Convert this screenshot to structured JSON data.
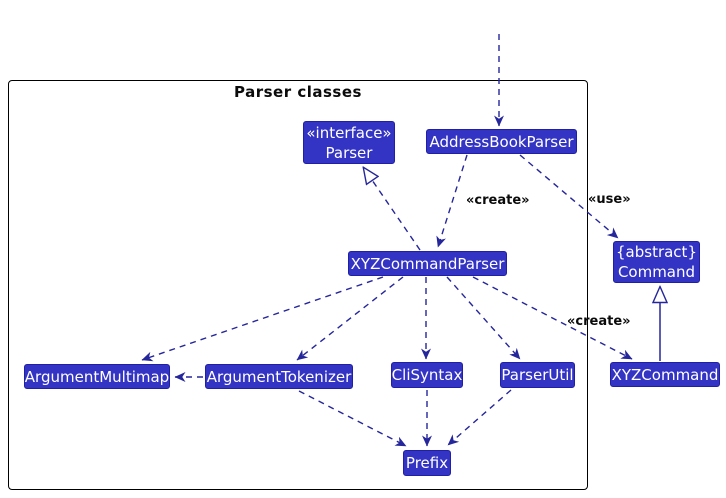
{
  "diagram": {
    "type": "uml-class-diagram",
    "frame": {
      "title": "Parser classes"
    },
    "colors": {
      "box_fill": "#3333C4",
      "box_border": "#1F1FA8",
      "box_text": "#FFFFFF",
      "arrow": "#26269C",
      "frame_border": "#000000",
      "edge_label_text": "#000000",
      "background": "#FFFFFF"
    },
    "nodes": {
      "parser_interface": {
        "stereotype": "«interface»",
        "name": "Parser"
      },
      "address_book_parser": {
        "name": "AddressBookParser"
      },
      "xyz_command_parser": {
        "name": "XYZCommandParser"
      },
      "command": {
        "stereotype": "{abstract}",
        "name": "Command"
      },
      "argument_multimap": {
        "name": "ArgumentMultimap"
      },
      "argument_tokenizer": {
        "name": "ArgumentTokenizer"
      },
      "cli_syntax": {
        "name": "CliSyntax"
      },
      "parser_util": {
        "name": "ParserUtil"
      },
      "xyz_command": {
        "name": "XYZCommand"
      },
      "prefix": {
        "name": "Prefix"
      }
    },
    "edge_labels": {
      "create_top": "«create»",
      "use": "«use»",
      "create_bottom": "«create»"
    },
    "edges": [
      {
        "from": "(external)",
        "to": "AddressBookParser",
        "style": "dashed-arrow"
      },
      {
        "from": "AddressBookParser",
        "to": "XYZCommandParser",
        "style": "dashed-arrow",
        "label": "«create»"
      },
      {
        "from": "AddressBookParser",
        "to": "Command",
        "style": "dashed-arrow",
        "label": "«use»"
      },
      {
        "from": "XYZCommandParser",
        "to": "Parser",
        "style": "dashed-realization"
      },
      {
        "from": "XYZCommandParser",
        "to": "ArgumentMultimap",
        "style": "dashed-arrow"
      },
      {
        "from": "XYZCommandParser",
        "to": "ArgumentTokenizer",
        "style": "dashed-arrow"
      },
      {
        "from": "ArgumentTokenizer",
        "to": "ArgumentMultimap",
        "style": "dashed-arrow"
      },
      {
        "from": "XYZCommandParser",
        "to": "CliSyntax",
        "style": "dashed-arrow"
      },
      {
        "from": "XYZCommandParser",
        "to": "ParserUtil",
        "style": "dashed-arrow"
      },
      {
        "from": "XYZCommandParser",
        "to": "XYZCommand",
        "style": "dashed-arrow",
        "label": "«create»"
      },
      {
        "from": "CliSyntax",
        "to": "Prefix",
        "style": "dashed-arrow"
      },
      {
        "from": "ParserUtil",
        "to": "Prefix",
        "style": "dashed-arrow"
      },
      {
        "from": "ArgumentTokenizer",
        "to": "Prefix",
        "style": "dashed-arrow"
      },
      {
        "from": "XYZCommand",
        "to": "Command",
        "style": "solid-inheritance"
      }
    ]
  }
}
